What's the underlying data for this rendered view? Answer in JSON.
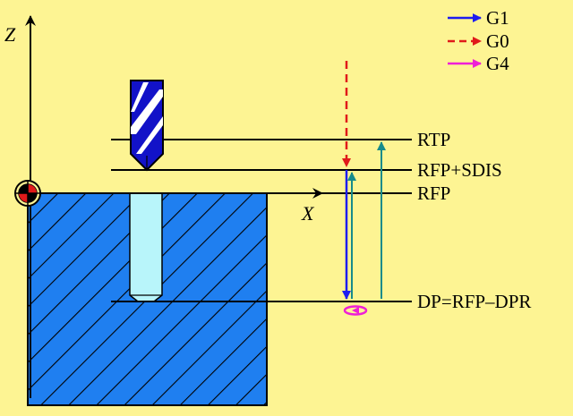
{
  "legend": [
    {
      "label": "G1",
      "color": "#1c1cf0",
      "style": "solid-arrow"
    },
    {
      "label": "G0",
      "color": "#e01a1a",
      "style": "dashed-arrow"
    },
    {
      "label": "G4",
      "color": "#ee1fd6",
      "style": "solid-arrow"
    }
  ],
  "axes": {
    "z_label": "Z",
    "x_label": "X"
  },
  "levels": {
    "rtp": "RTP",
    "rfp_sdis": "RFP+SDIS",
    "rfp": "RFP",
    "dp": "DP=RFP–DPR"
  },
  "colors": {
    "background": "#fdf493",
    "workpiece": "#1f7ff0",
    "hole": "#b8f5fa",
    "g1_feed": "#1c1cf0",
    "g0_rapid": "#e01a1a",
    "g4_dwell": "#ee1fd6",
    "retract": "#178b8b",
    "drill": "#1212c8"
  },
  "icons": [
    "workpiece-zero-icon",
    "dwell-icon"
  ]
}
